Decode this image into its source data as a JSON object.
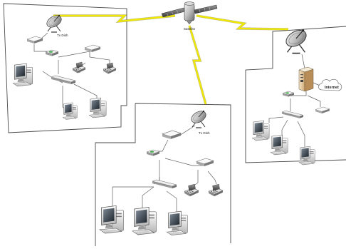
{
  "labels": {
    "satellite": "Satellite",
    "dish_site_a": "Tx Dish",
    "dish_site_b": "Tx Dish",
    "internet": "Internet"
  },
  "colors": {
    "satellite_link": "#f0e800",
    "site_border": "#4a4a4a",
    "switch_led": "#3aa845",
    "server_accent": "#e8c89a",
    "internet_cloud": "#ffffff"
  },
  "icons": {
    "satellite": "satellite-icon",
    "dish": "dish-icon",
    "router": "router-icon",
    "switch": "switch-icon",
    "hub": "hub-icon",
    "phone": "ip-phone-icon",
    "computer": "computer-icon",
    "server": "server-icon",
    "cloud": "internet-cloud-icon"
  }
}
